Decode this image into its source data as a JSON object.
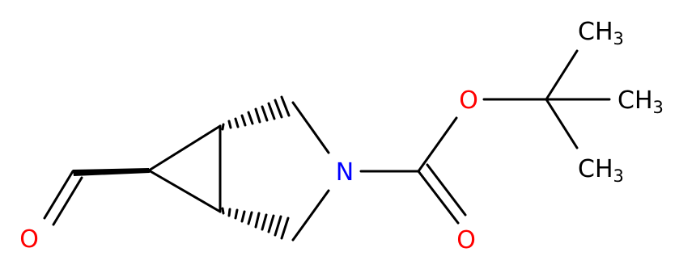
{
  "molecule": {
    "atoms": {
      "carbonyl_o": "O",
      "aldehyde_o": "O",
      "ester_o": "O",
      "nitrogen": "N",
      "methyl_top": {
        "main": "CH",
        "sub": "3"
      },
      "methyl_right": {
        "main": "CH",
        "sub": "3"
      },
      "methyl_bottom": {
        "main": "CH",
        "sub": "3"
      }
    },
    "colors": {
      "bond": "#000000",
      "oxygen": "#ff0000",
      "nitrogen": "#0000ff",
      "carbon_label": "#000000"
    }
  }
}
